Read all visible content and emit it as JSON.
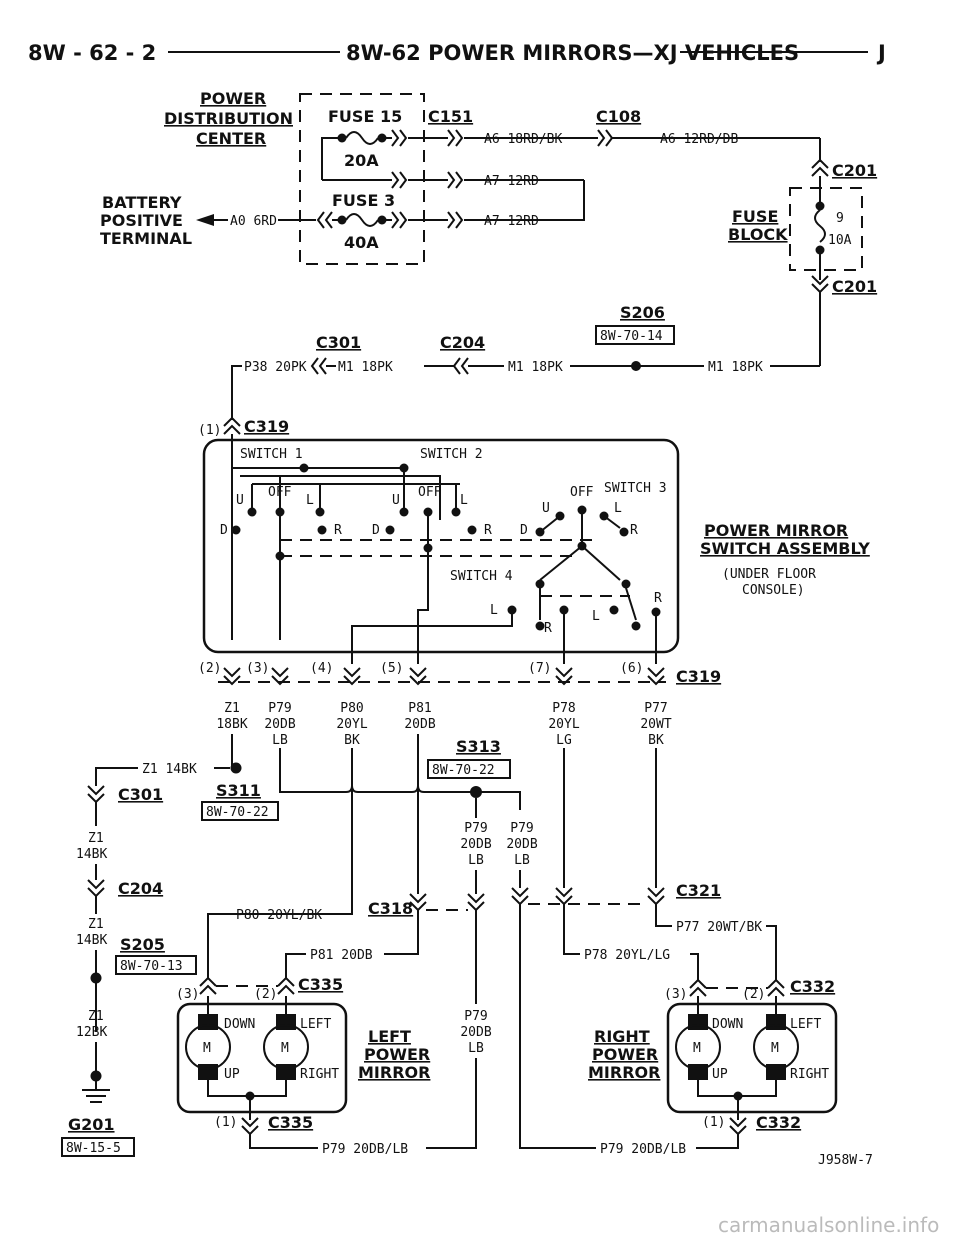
{
  "header": {
    "page": "8W - 62 - 2",
    "title": "8W-62 POWER MIRRORS—XJ VEHICLES",
    "edition": "J"
  },
  "labels": {
    "pdc": [
      "POWER",
      "DISTRIBUTION",
      "CENTER"
    ],
    "battery": [
      "BATTERY",
      "POSITIVE",
      "TERMINAL"
    ],
    "fuse15": "FUSE 15",
    "fuse15_rating": "20A",
    "fuse3": "FUSE 3",
    "fuse3_rating": "40A",
    "c151": "C151",
    "c108": "C108",
    "a6_1": "A6 18RD/BK",
    "a6_2": "A6 12RD/DB",
    "a7_1": "A7 12RD",
    "a7_2": "A7 12RD",
    "a0": "A0 6RD",
    "c201_top": "C201",
    "c201_bot": "C201",
    "fuse_block": [
      "FUSE",
      "BLOCK"
    ],
    "fuse9": "9",
    "fuse9_rating": "10A",
    "s206": "S206",
    "s206_ref": "8W-70-14",
    "c301_top": "C301",
    "c204_top": "C204",
    "p38": "P38 20PK",
    "m1_a": "M1 18PK",
    "m1_b": "M1 18PK",
    "m1_c": "M1 18PK",
    "c319_top_pin": "(1)",
    "c319_top": "C319",
    "switch1": "SWITCH 1",
    "switch2": "SWITCH 2",
    "switch3": "SWITCH 3",
    "switch4": "SWITCH 4",
    "off": "OFF",
    "u": "U",
    "l": "L",
    "d": "D",
    "r": "R",
    "pmsa": [
      "POWER MIRROR",
      "SWITCH ASSEMBLY"
    ],
    "pmsa_note": [
      "(UNDER FLOOR",
      "CONSOLE)"
    ],
    "pins": [
      "(2)",
      "(3)",
      "(4)",
      "(5)",
      "(7)",
      "(6)"
    ],
    "c319_bot": "C319",
    "wires_top": [
      [
        "Z1",
        "18BK",
        ""
      ],
      [
        "P79",
        "20DB",
        "LB"
      ],
      [
        "P80",
        "20YL",
        "BK"
      ],
      [
        "P81",
        "20DB",
        ""
      ],
      [
        "P78",
        "20YL",
        "LG"
      ],
      [
        "P77",
        "20WT",
        "BK"
      ]
    ],
    "z1_14bk": "Z1 14BK",
    "c301_left": "C301",
    "s311": "S311",
    "s311_ref": "8W-70-22",
    "s313": "S313",
    "s313_ref": "8W-70-22",
    "z1_a": [
      "Z1",
      "14BK"
    ],
    "c204_left": "C204",
    "z1_b": [
      "Z1",
      "14BK"
    ],
    "s205": "S205",
    "s205_ref": "8W-70-13",
    "z1_c": [
      "Z1",
      "12BK"
    ],
    "g201": "G201",
    "g201_ref": "8W-15-5",
    "p79_split_a": [
      "P79",
      "20DB",
      "LB"
    ],
    "p79_split_b": [
      "P79",
      "20DB",
      "LB"
    ],
    "p80_long": "P80 20YL/BK",
    "c318": "C318",
    "p81_long": "P81 20DB",
    "c321": "C321",
    "p77_long": "P77 20WT/BK",
    "p78_long": "P78 20YL/LG",
    "c335_top": "C335",
    "c332_top": "C332",
    "pin3": "(3)",
    "pin2": "(2)",
    "pin1": "(1)",
    "down": "DOWN",
    "left": "LEFT",
    "up": "UP",
    "right": "RIGHT",
    "motor": "M",
    "left_mirror": [
      "LEFT",
      "POWER",
      "MIRROR"
    ],
    "right_mirror": [
      "RIGHT",
      "POWER",
      "MIRROR"
    ],
    "p79_mid": [
      "P79",
      "20DB",
      "LB"
    ],
    "c335_bot": "C335",
    "c332_bot": "C332",
    "p79_bot_a": "P79 20DB/LB",
    "p79_bot_b": "P79 20DB/LB",
    "figure_id": "J958W-7",
    "watermark": "carmanualsonline.info"
  }
}
